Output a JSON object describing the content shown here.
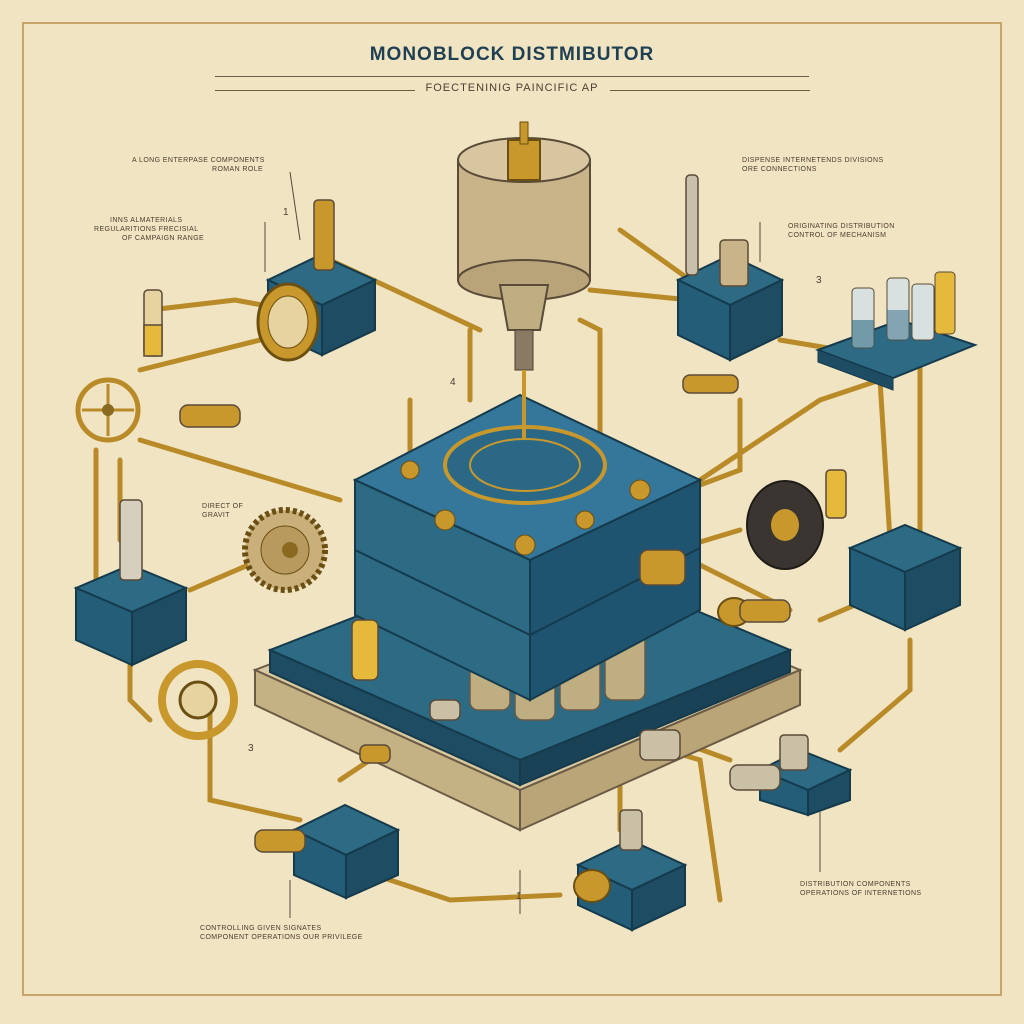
{
  "title": "MONOBLOCK DISTMIBUTOR",
  "subtitle": "FOECTENINIG PAINCIFIC AP",
  "labels": [
    {
      "id": "top-left-note",
      "lines": [
        "A LONG ENTERPASE COMPONENTS",
        "ROMAN ROLE"
      ]
    },
    {
      "id": "left-note",
      "lines": [
        "INNS ALMATERIALS",
        "REGULARITIONS FRECISIAL",
        "OF CAMPAIGN RANGE"
      ]
    },
    {
      "id": "gear-note",
      "lines": [
        "DIRECT OF",
        "GRAVIT"
      ]
    },
    {
      "id": "top-right-note",
      "lines": [
        "DISPENSE INTERNETENDS DIVISIONS",
        "ORE CONNECTIONS"
      ]
    },
    {
      "id": "right-note",
      "lines": [
        "ORIGINATING DISTRIBUTION",
        "CONTROL OF MECHANISM"
      ]
    },
    {
      "id": "bottom-right-note",
      "lines": [
        "DISTRIBUTION COMPONENTS",
        "OPERATIONS OF INTERNETIONS"
      ]
    },
    {
      "id": "bottom-left-note",
      "lines": [
        "CONTROLLING GIVEN SIGNATES",
        "COMPONENT OPERATIONS OUR PRIVILEGE"
      ]
    }
  ],
  "numerals": [
    "4",
    "1",
    "3",
    "3",
    "1"
  ],
  "colors": {
    "paper": "#f0e4c3",
    "block": "#2d6a84",
    "block_dark": "#1d4c63",
    "brass": "#c9982c",
    "brass_dark": "#8a6a1e",
    "base": "#d9c9a0",
    "ink": "#1f3f52"
  }
}
